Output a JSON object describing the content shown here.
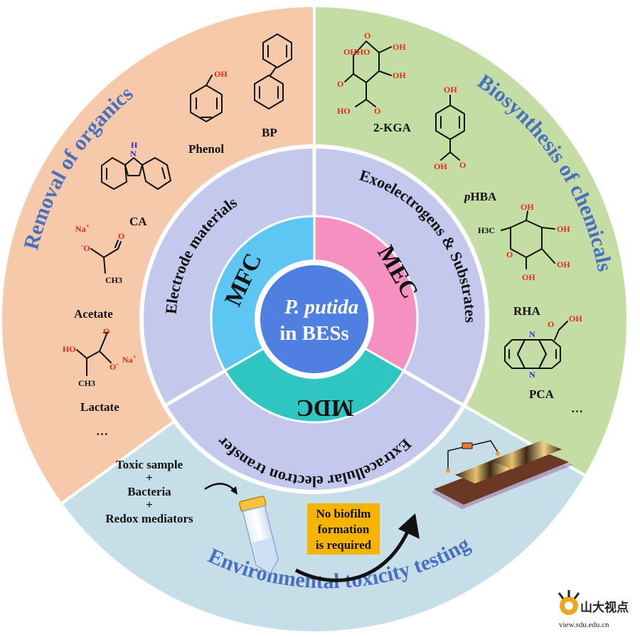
{
  "center": {
    "line1": "P. putida",
    "line2": "in BESs"
  },
  "modes": {
    "mfc": "MFC",
    "mec": "MEC",
    "mdc": "MDC"
  },
  "middle_ring": {
    "electrode": "Electrode materials",
    "exo": "Exoelectrogens & Substrates",
    "eet": "Extracellular electron transfer"
  },
  "sectors": {
    "removal": "Removal of organics",
    "biosynthesis": "Biosynthesis of chemicals",
    "toxicity": "Environmental toxicity testing"
  },
  "organics": {
    "phenol": "Phenol",
    "bp": "BP",
    "ca": "CA",
    "acetate": "Acetate",
    "lactate": "Lactate",
    "more": "…",
    "atom_oh": "OH",
    "atom_h": "H",
    "atom_n": "N",
    "atom_na": "Na",
    "atom_plus": "+",
    "atom_o": "O",
    "atom_ominus": "O",
    "atom_minus": "-",
    "atom_ho": "HO",
    "atom_ch3": "CH3"
  },
  "chemicals": {
    "kga": "2-KGA",
    "phba_italic": "p",
    "phba_rest": "HBA",
    "rha": "RHA",
    "pca": "PCA",
    "more": "…",
    "atom_oh": "OH",
    "atom_ho": "HO",
    "atom_o": "O",
    "atom_h3c": "H3C",
    "atom_n": "N",
    "atom_ohho": "OHHO"
  },
  "toxicity": {
    "line1": "Toxic sample",
    "plus1": "+",
    "line2": "Bacteria",
    "plus2": "+",
    "line3": "Redox mediators",
    "note1": "No biofilm",
    "note2": "formation",
    "note3": "is required"
  },
  "watermark": {
    "text": "山大视点",
    "url": "view.sdu.edu.cn"
  },
  "colors": {
    "removal_bg": "#f6c9aa",
    "bio_bg": "#c4dda5",
    "tox_bg": "#c6dee8",
    "ring_bg": "#c3c8ec",
    "center_bg": "#4f7fe0",
    "mfc": "#5ec6f2",
    "mec": "#f690c0",
    "mdc": "#2fc6c2",
    "title_blue": "#4a6fc0",
    "note_bg": "#f4b400"
  }
}
